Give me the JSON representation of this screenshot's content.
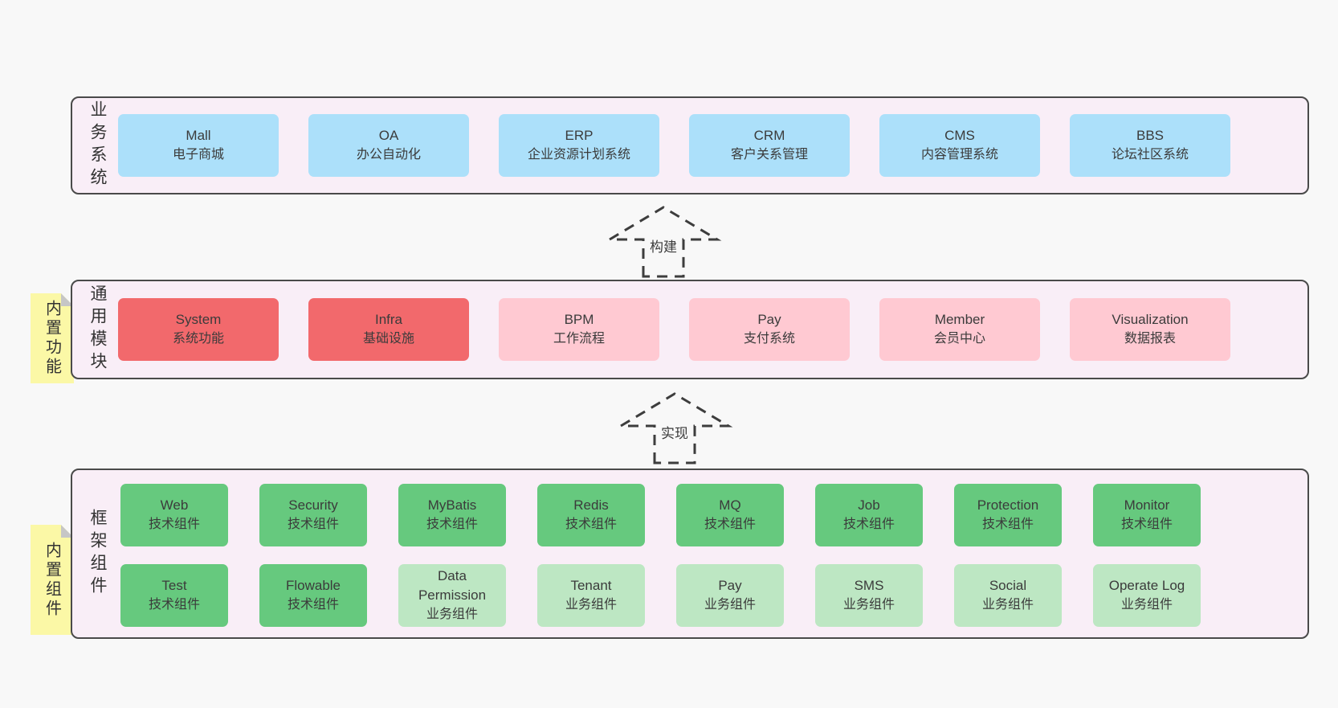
{
  "colors": {
    "page_bg": "#f8f8f8",
    "layer_bg": "#f9eef7",
    "layer_border": "#4a4a4a",
    "box_blue": "#ace0fa",
    "box_red": "#f2696c",
    "box_pink": "#ffc9d2",
    "box_green": "#66c97e",
    "box_lightgreen": "#bde7c3",
    "note_yellow": "#fbf8a6",
    "note_fold_gray": "#c6c6c6"
  },
  "arrows": [
    {
      "label": "构建"
    },
    {
      "label": "实现"
    }
  ],
  "notes": [
    {
      "text": "内置功能"
    },
    {
      "text": "内置组件"
    }
  ],
  "layers": [
    {
      "label": "业务系统",
      "items": [
        {
          "en": "Mall",
          "zh": "电子商城"
        },
        {
          "en": "OA",
          "zh": "办公自动化"
        },
        {
          "en": "ERP",
          "zh": "企业资源计划系统"
        },
        {
          "en": "CRM",
          "zh": "客户关系管理"
        },
        {
          "en": "CMS",
          "zh": "内容管理系统"
        },
        {
          "en": "BBS",
          "zh": "论坛社区系统"
        }
      ]
    },
    {
      "label": "通用模块",
      "items": [
        {
          "en": "System",
          "zh": "系统功能",
          "style": "red"
        },
        {
          "en": "Infra",
          "zh": "基础设施",
          "style": "red"
        },
        {
          "en": "BPM",
          "zh": "工作流程",
          "style": "pink"
        },
        {
          "en": "Pay",
          "zh": "支付系统",
          "style": "pink"
        },
        {
          "en": "Member",
          "zh": "会员中心",
          "style": "pink"
        },
        {
          "en": "Visualization",
          "zh": "数据报表",
          "style": "pink"
        }
      ]
    },
    {
      "label": "框架组件",
      "rows": [
        {
          "items": [
            {
              "en": "Web",
              "zh": "技术组件",
              "style": "green"
            },
            {
              "en": "Security",
              "zh": "技术组件",
              "style": "green"
            },
            {
              "en": "MyBatis",
              "zh": "技术组件",
              "style": "green"
            },
            {
              "en": "Redis",
              "zh": "技术组件",
              "style": "green"
            },
            {
              "en": "MQ",
              "zh": "技术组件",
              "style": "green"
            },
            {
              "en": "Job",
              "zh": "技术组件",
              "style": "green"
            },
            {
              "en": "Protection",
              "zh": "技术组件",
              "style": "green"
            },
            {
              "en": "Monitor",
              "zh": "技术组件",
              "style": "green"
            }
          ]
        },
        {
          "items": [
            {
              "en": "Test",
              "zh": "技术组件",
              "style": "green"
            },
            {
              "en": "Flowable",
              "zh": "技术组件",
              "style": "green"
            },
            {
              "en": "Data Permission",
              "zh": "业务组件",
              "style": "lightgreen"
            },
            {
              "en": "Tenant",
              "zh": "业务组件",
              "style": "lightgreen"
            },
            {
              "en": "Pay",
              "zh": "业务组件",
              "style": "lightgreen"
            },
            {
              "en": "SMS",
              "zh": "业务组件",
              "style": "lightgreen"
            },
            {
              "en": "Social",
              "zh": "业务组件",
              "style": "lightgreen"
            },
            {
              "en": "Operate Log",
              "zh": "业务组件",
              "style": "lightgreen"
            }
          ]
        }
      ]
    }
  ]
}
